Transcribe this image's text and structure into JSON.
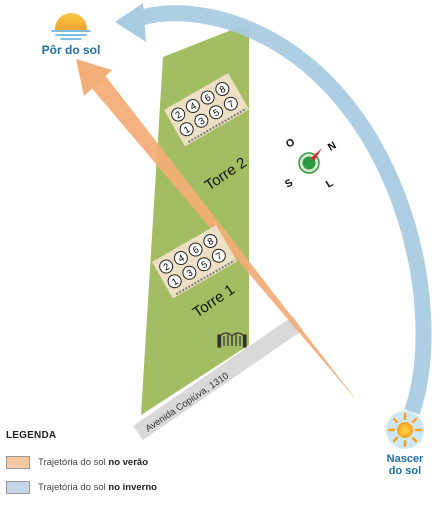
{
  "sunset": {
    "label": "Pôr do sol",
    "icon": "sunset-icon"
  },
  "sunrise": {
    "label_line1": "Nascer",
    "label_line2": "do sol",
    "icon": "sun-icon"
  },
  "towers": [
    {
      "label": "Torre 2",
      "units_top": [
        "2",
        "4",
        "6",
        "8"
      ],
      "units_bottom": [
        "1",
        "3",
        "5",
        "7"
      ]
    },
    {
      "label": "Torre 1",
      "units_top": [
        "2",
        "4",
        "6",
        "8"
      ],
      "units_bottom": [
        "1",
        "3",
        "5",
        "7"
      ]
    }
  ],
  "street": {
    "label": "Avenida Copiúva, 1310"
  },
  "compass": {
    "north": "N",
    "south": "S",
    "east": "L",
    "west": "O"
  },
  "legend": {
    "title": "LEGENDA",
    "items": [
      {
        "prefix": "Trajetória do sol ",
        "bold": "no verão",
        "color": "#f5c9a3"
      },
      {
        "prefix": "Trajetória do sol ",
        "bold": "no inverno",
        "color": "#c5d6e6"
      }
    ]
  },
  "colors": {
    "lot": "#a3bd62",
    "summer_path": "#f2ae78",
    "winter_path": "#a9cbe2",
    "street": "#d9d9d9",
    "unit_fill": "#ede0c4",
    "compass_green": "#2e9a46"
  }
}
